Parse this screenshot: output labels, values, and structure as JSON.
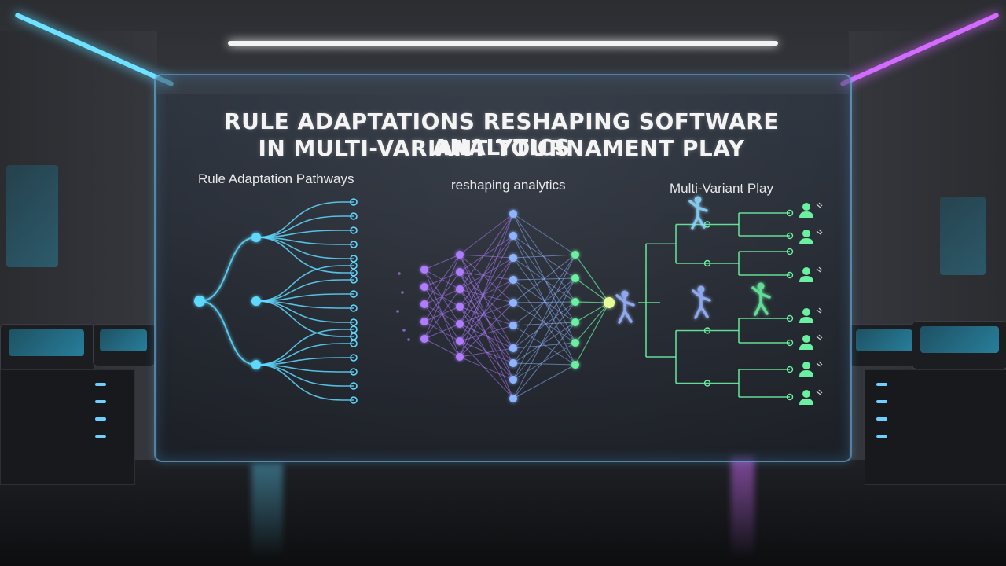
{
  "title": {
    "line1": "RULE ADAPTATIONS RESHAPING SOFTWARE ANALYTICS",
    "line2": "IN MULTI-VARIANT TOURNAMENT PLAY"
  },
  "sections": {
    "pathways": "Rule Adaptation Pathways",
    "analytics": "reshaping analytics",
    "play": "Multi-Variant Play"
  },
  "colors": {
    "cyan": "#5fd8ff",
    "purple": "#b07bff",
    "green": "#6af0a0",
    "magenta": "#d36bff"
  },
  "icons": {
    "player": "player-avatar-icon",
    "athlete": "athlete-hologram-icon"
  }
}
